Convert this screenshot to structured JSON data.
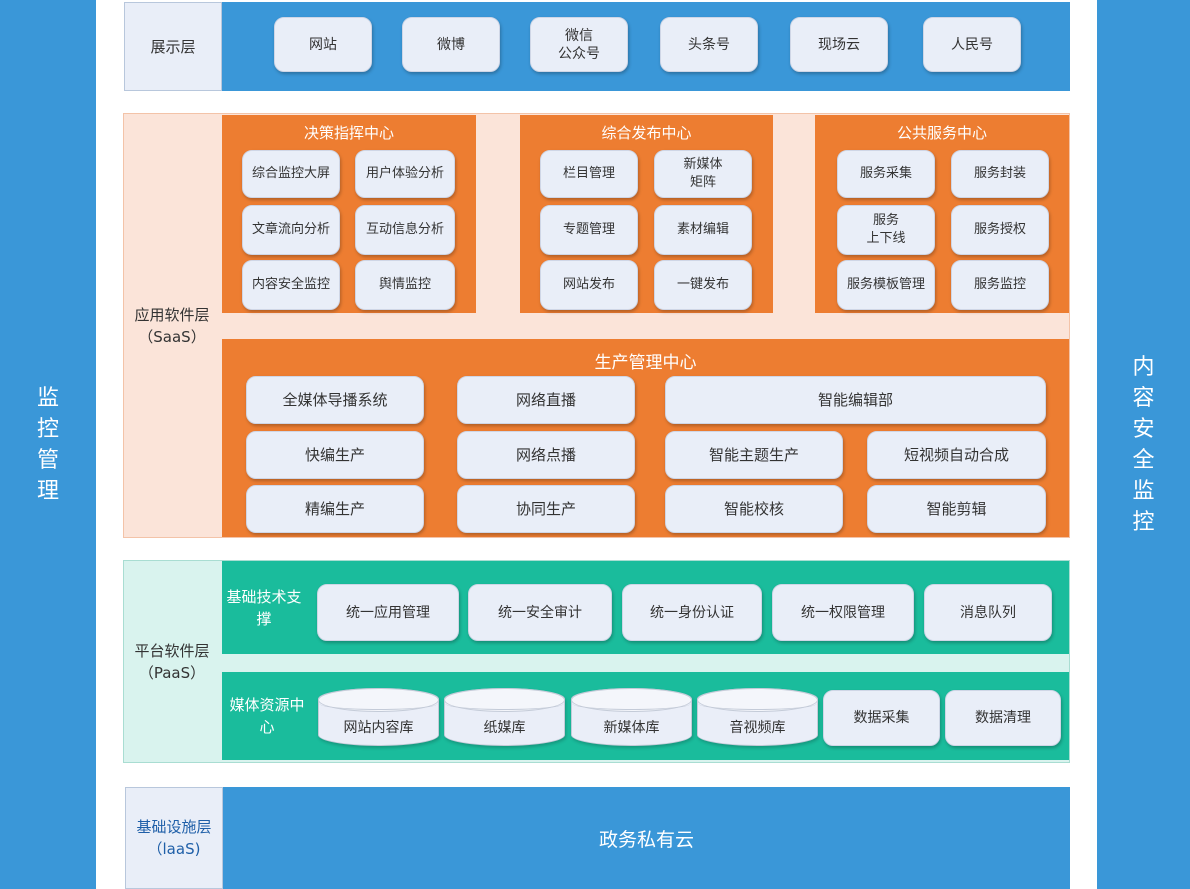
{
  "colors": {
    "blue": "#3a97d8",
    "orange": "#ed7d31",
    "teal": "#1abc9c",
    "pill": "#e9eef8"
  },
  "left_side": {
    "title": "监控管理"
  },
  "right_side": {
    "title": "内容安全监控"
  },
  "display_layer": {
    "label": "展示层",
    "items": [
      "网站",
      "微博",
      "微信\n公众号",
      "头条号",
      "现场云",
      "人民号"
    ]
  },
  "app_layer": {
    "label": "应用软件层\n（SaaS）",
    "decision": {
      "title": "决策指挥中心",
      "items": [
        "综合监控大屏",
        "用户体验分析",
        "文章流向分析",
        "互动信息分析",
        "内容安全监控",
        "舆情监控"
      ]
    },
    "publish": {
      "title": "综合发布中心",
      "items": [
        "栏目管理",
        "新媒体\n矩阵",
        "专题管理",
        "素材编辑",
        "网站发布",
        "一键发布"
      ]
    },
    "service": {
      "title": "公共服务中心",
      "items": [
        "服务采集",
        "服务封装",
        "服务\n上下线",
        "服务授权",
        "服务模板管理",
        "服务监控"
      ]
    },
    "production": {
      "title": "生产管理中心",
      "items": [
        "全媒体导播系统",
        "网络直播",
        "智能编辑部",
        "快编生产",
        "网络点播",
        "智能主题生产",
        "短视频自动合成",
        "精编生产",
        "协同生产",
        "智能校核",
        "智能剪辑"
      ]
    }
  },
  "platform_layer": {
    "label": "平台软件层\n（PaaS）",
    "tech": {
      "title": "基础技术支\n撑",
      "items": [
        "统一应用管理",
        "统一安全审计",
        "统一身份认证",
        "统一权限管理",
        "消息队列"
      ]
    },
    "media": {
      "title": "媒体资源中\n心",
      "dbs": [
        "网站内容库",
        "纸媒库",
        "新媒体库",
        "音视频库"
      ],
      "items": [
        "数据采集",
        "数据清理"
      ]
    }
  },
  "infra_layer": {
    "label": "基础设施层\n（laaS)",
    "content": "政务私有云"
  }
}
